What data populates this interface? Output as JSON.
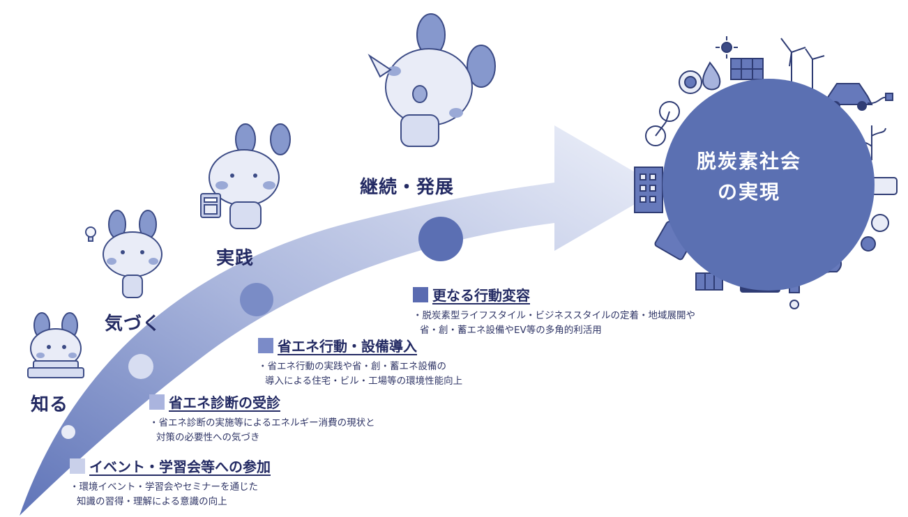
{
  "colors": {
    "arrow_light": "#e9edf8",
    "arrow_dark": "#5f74b8",
    "goal_circle": "#5b70b2",
    "icon_fill": "#7d90c6",
    "icon_stroke": "#3c4b85",
    "text": "#232a63",
    "square_1": "#c9d0ea",
    "square_2": "#aab4de",
    "square_3": "#7b8bc8",
    "square_4": "#5a6bb1"
  },
  "stages": [
    {
      "label": "知る"
    },
    {
      "label": "気づく"
    },
    {
      "label": "実践"
    },
    {
      "label": "継続・発展"
    }
  ],
  "steps": [
    {
      "title": "イベント・学習会等への参加",
      "lines": [
        "・環境イベント・学習会やセミナーを通じた",
        "知識の習得・理解による意識の向上"
      ]
    },
    {
      "title": "省エネ診断の受診",
      "lines": [
        "・省エネ診断の実施等によるエネルギー消費の現状と",
        "対策の必要性への気づき"
      ]
    },
    {
      "title": "省エネ行動・設備導入",
      "lines": [
        "・省エネ行動の実践や省・創・蓄エネ設備の",
        "導入による住宅・ビル・工場等の環境性能向上"
      ]
    },
    {
      "title": "更なる行動変容",
      "lines": [
        "・脱炭素型ライフスタイル・ビジネススタイルの定着・地域展開や",
        "省・創・蓄エネ設備やEV等の多角的利活用"
      ]
    }
  ],
  "goal": {
    "line1": "脱炭素社会",
    "line2": "の実現"
  },
  "icons": [
    "mascot-icon",
    "lightbulb-icon",
    "calculator-icon",
    "sun-icon",
    "solar-panel-icon",
    "wind-turbine-icon",
    "electric-car-icon",
    "plug-icon",
    "bicycle-icon",
    "building-icon",
    "tree-icon",
    "led-bulb-icon",
    "bus-icon",
    "battery-icon",
    "water-drop-icon",
    "antenna-icon"
  ]
}
